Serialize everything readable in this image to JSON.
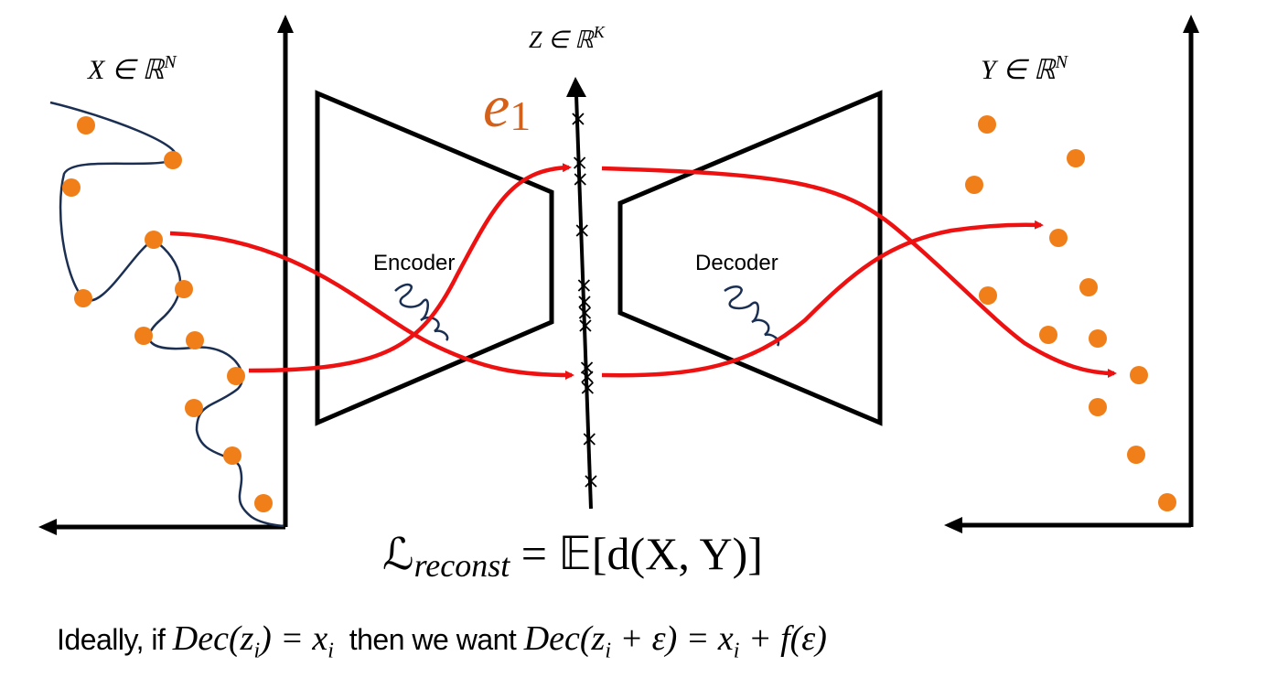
{
  "spaces": {
    "input_label": "X ∈ ℝ",
    "input_exp": "N",
    "latent_label": "Z ∈ ℝ",
    "latent_exp": "K",
    "output_label": "Y ∈ ℝ",
    "output_exp": "N"
  },
  "latent_axis_label": "e",
  "latent_axis_sub": "1",
  "encoder_label": "Encoder",
  "decoder_label": "Decoder",
  "loss": {
    "symbol": "ℒ",
    "sub": "reconst",
    "expr": " = 𝔼[d(X, Y)]"
  },
  "caption": {
    "prefix": "Ideally, if ",
    "cond_a": "Dec",
    "cond_b": "(z",
    "cond_i": "i",
    "cond_c": ") = x",
    "cond_i2": "i",
    "middle": "  then we want ",
    "want_a": "Dec",
    "want_b": "(z",
    "want_i": "i",
    "want_c": " + ε) = x",
    "want_i2": "i",
    "want_d": " + f(ε)"
  },
  "colors": {
    "point": "#f07f1a",
    "arrow": "#ee1111",
    "curve": "#1b2f52",
    "frame": "#000000",
    "e1": "#d4601a"
  }
}
